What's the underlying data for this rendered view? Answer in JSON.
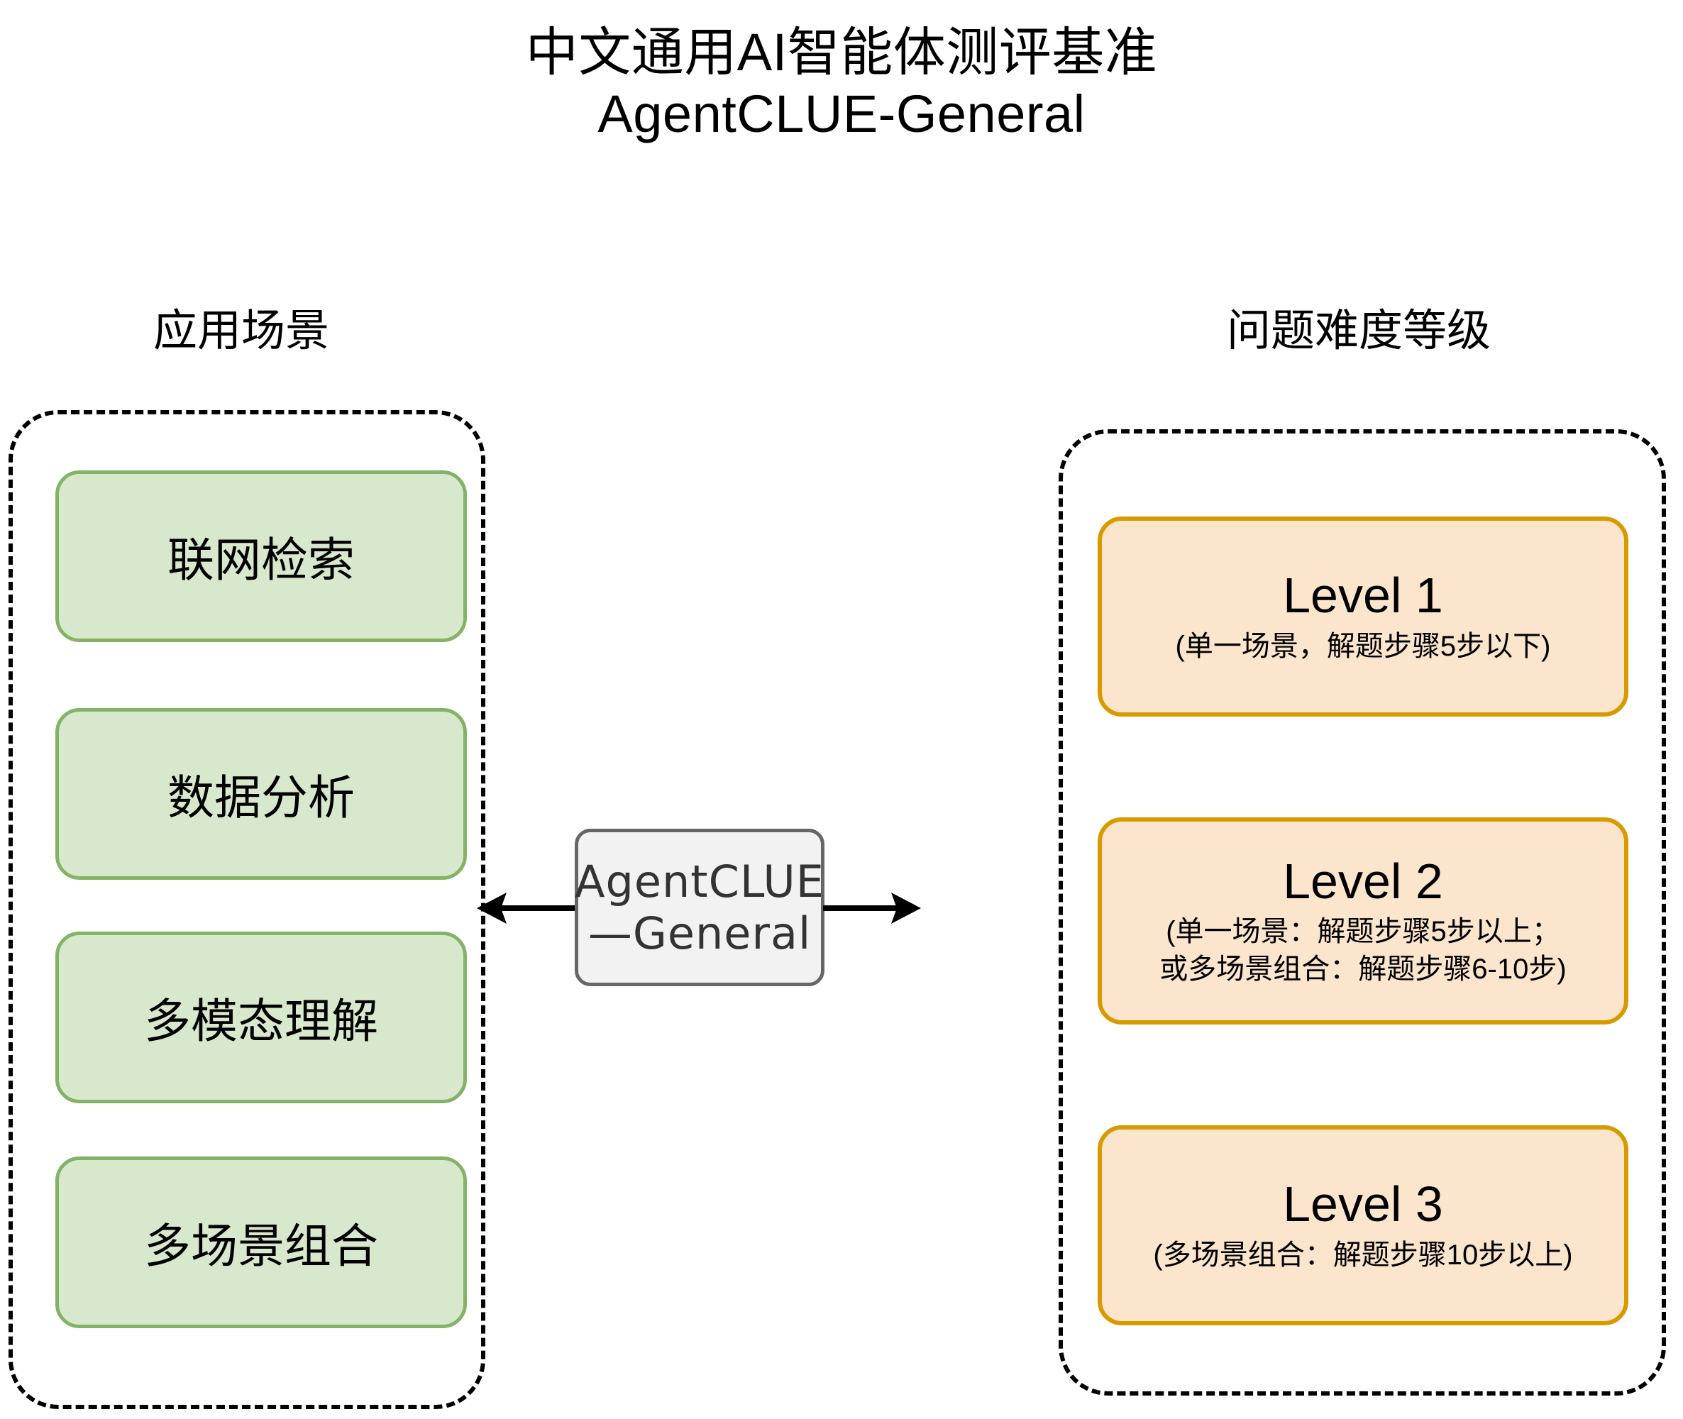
{
  "title": {
    "line1": "中文通用AI智能体测评基准",
    "line2": "AgentCLUE-General"
  },
  "center_node": {
    "line1": "AgentCLUE",
    "line2": "—General",
    "fill_color": "#f2f2f2",
    "border_color": "#666666",
    "text_color": "#333333"
  },
  "left_group": {
    "header": "应用场景",
    "fill_color": "#d8e8cc",
    "border_color": "#82b366",
    "items": [
      {
        "label": "联网检索"
      },
      {
        "label": "数据分析"
      },
      {
        "label": "多模态理解"
      },
      {
        "label": "多场景组合"
      }
    ]
  },
  "right_group": {
    "header": "问题难度等级",
    "fill_color": "#fce5cd",
    "border_color": "#d79b00",
    "items": [
      {
        "title": "Level 1",
        "desc_line1": "(单一场景，解题步骤5步以下)",
        "desc_line2": ""
      },
      {
        "title": "Level 2",
        "desc_line1": "(单一场景：解题步骤5步以上；",
        "desc_line2": "或多场景组合：解题步骤6-10步)"
      },
      {
        "title": "Level 3",
        "desc_line1": "(多场景组合：解题步骤10步以上)",
        "desc_line2": ""
      }
    ]
  },
  "connectors": {
    "left_arrow": "arrow-left-icon",
    "right_arrow": "arrow-right-icon",
    "color": "#000000"
  }
}
